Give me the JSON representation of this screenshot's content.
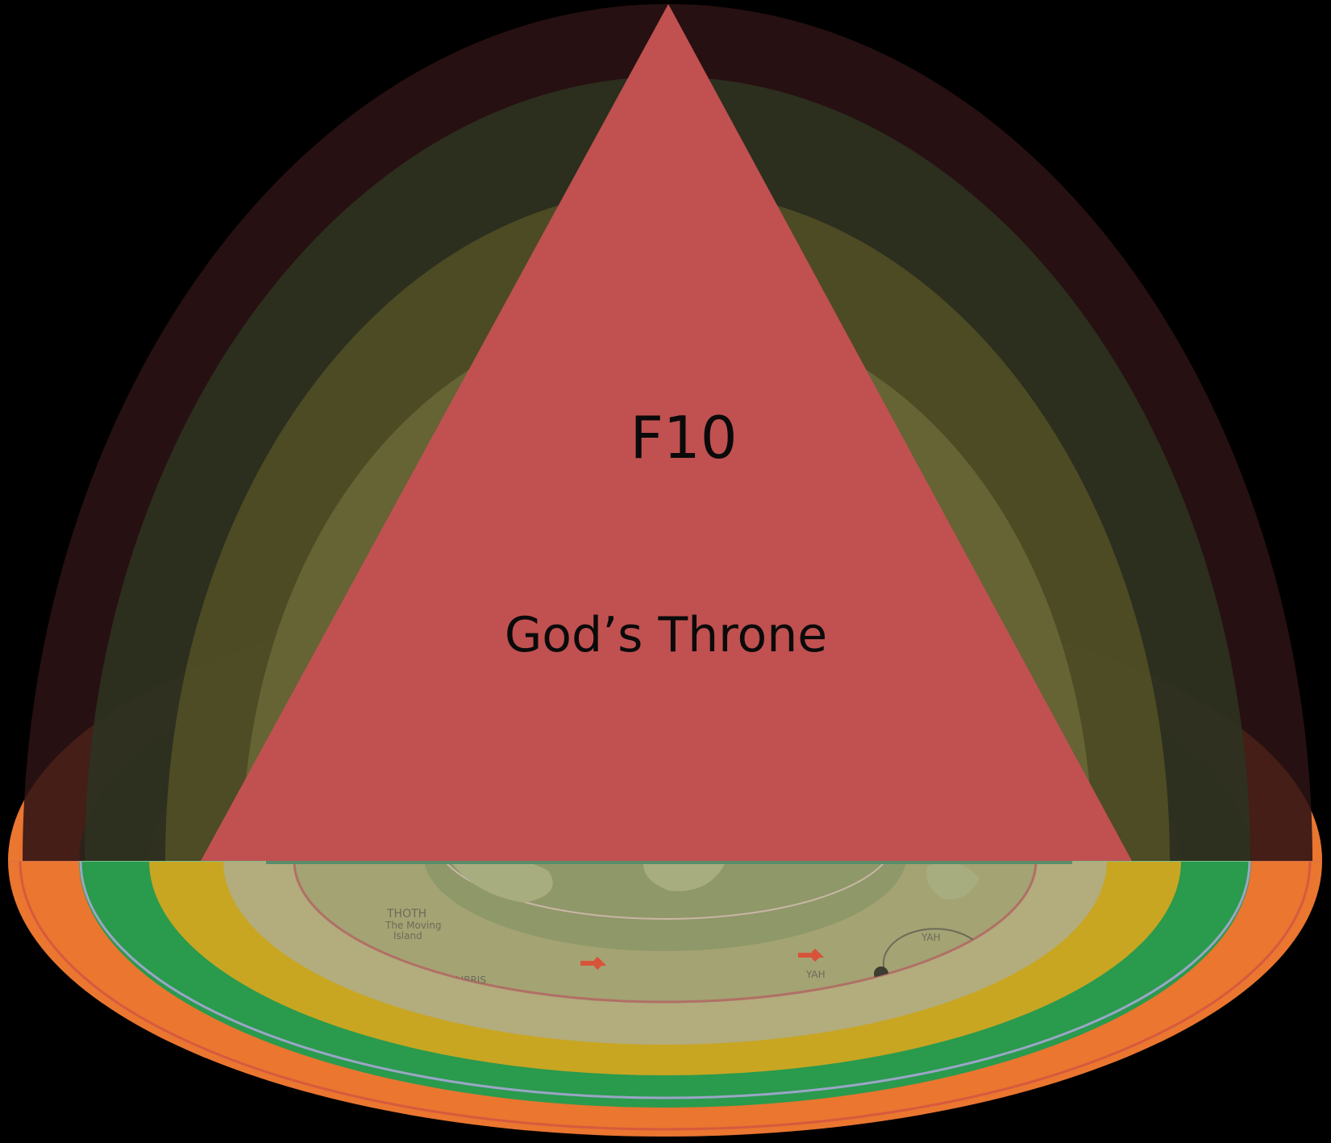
{
  "level_label": "F10",
  "name_label": "God’s Throne",
  "map_labels": {
    "thoth": "THOTH",
    "thoth_sub1": "The Moving",
    "thoth_sub2": "Island",
    "yah_top": "YAH",
    "yah_bottom": "YAH",
    "libris": "LIBRIS"
  },
  "colors": {
    "background": "#000000",
    "dome_outer": "#2c1213",
    "dome_2": "#2e3220",
    "dome_3": "#525025",
    "dome_4": "#6b6837",
    "triangle": "#c05150",
    "disc_orange": "#ea7630",
    "disc_green": "#2a9a4d",
    "disc_yellow": "#c8a622",
    "disc_cream": "#b3ac7d",
    "map_green": "#8f9868"
  }
}
